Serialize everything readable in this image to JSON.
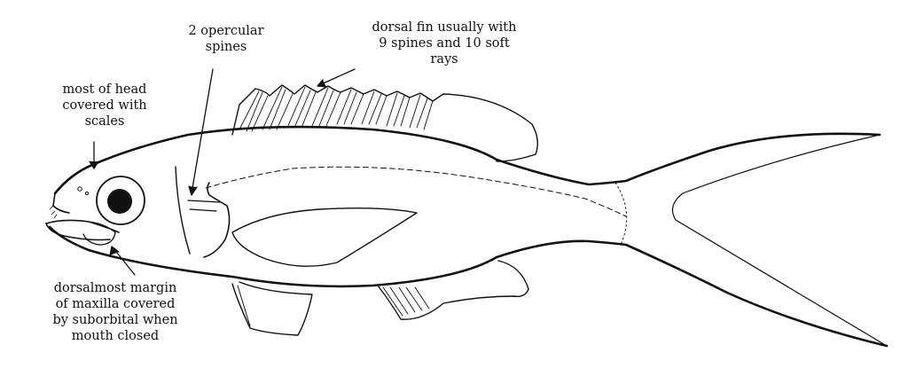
{
  "labels": {
    "head_scales": [
      "most of head",
      "covered with",
      "scales"
    ],
    "opercular_spines": [
      "2 opercular",
      "spines"
    ],
    "dorsal_fin": [
      "dorsal fin usually with",
      "9 spines and 10 soft",
      "rays"
    ],
    "maxilla": [
      "dorsalmost margin",
      "of maxilla covered",
      "by suborbital when",
      "mouth closed"
    ]
  },
  "colors": {
    "stroke": "#111111",
    "background": "#ffffff"
  }
}
